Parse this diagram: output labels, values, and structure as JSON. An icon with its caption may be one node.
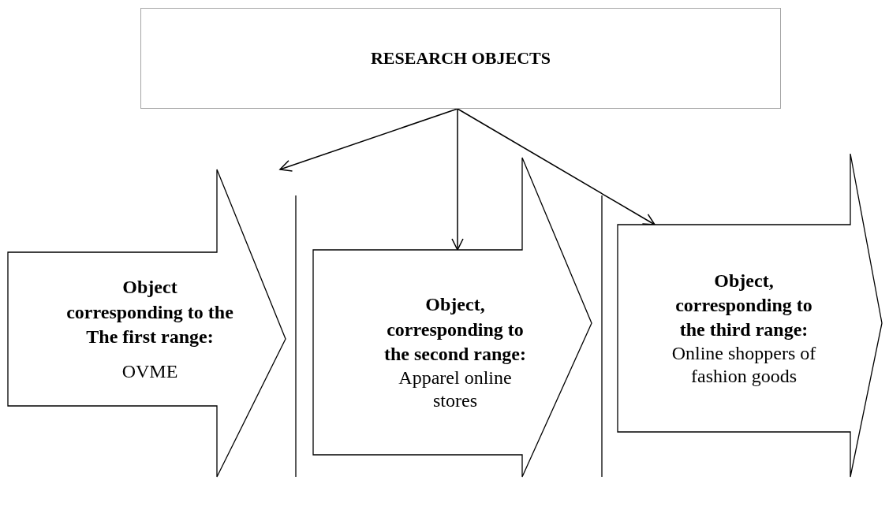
{
  "diagram": {
    "nodes": [
      {
        "text": [
          "RESEARCH OBJECTS"
        ]
      },
      {
        "text": [
          "Object corresponding to the The first range:",
          "OVME"
        ]
      },
      {
        "text": [
          "Object, corresponding to the second range:",
          "Apparel online stores"
        ]
      },
      {
        "text": [
          "Object, corresponding to the third range:",
          "Online shoppers of fashion goods"
        ]
      }
    ],
    "edges": [
      {
        "from": 0,
        "to": 1,
        "arrow": "to"
      },
      {
        "from": 0,
        "to": 2,
        "arrow": "to"
      },
      {
        "from": 0,
        "to": 3,
        "arrow": "to"
      }
    ]
  }
}
